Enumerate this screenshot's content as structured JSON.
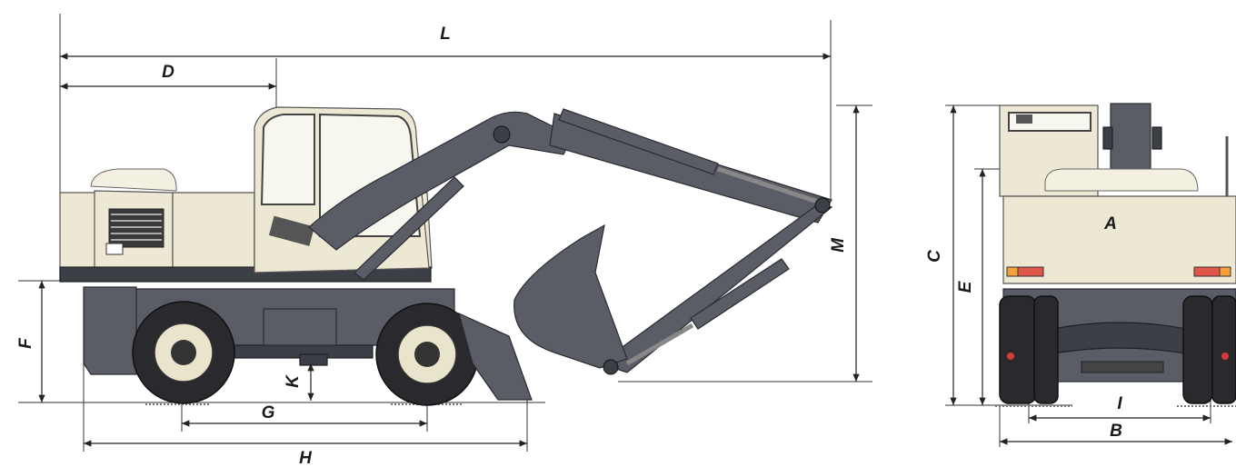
{
  "dimensions": {
    "A": "A",
    "B": "B",
    "C": "C",
    "D": "D",
    "E": "E",
    "F": "F",
    "G": "G",
    "H": "H",
    "I": "I",
    "K": "K",
    "L": "L",
    "M": "M"
  },
  "colors": {
    "body": "#ece8d3",
    "boom": "#5a5c66",
    "tire": "#2a2a2e"
  }
}
